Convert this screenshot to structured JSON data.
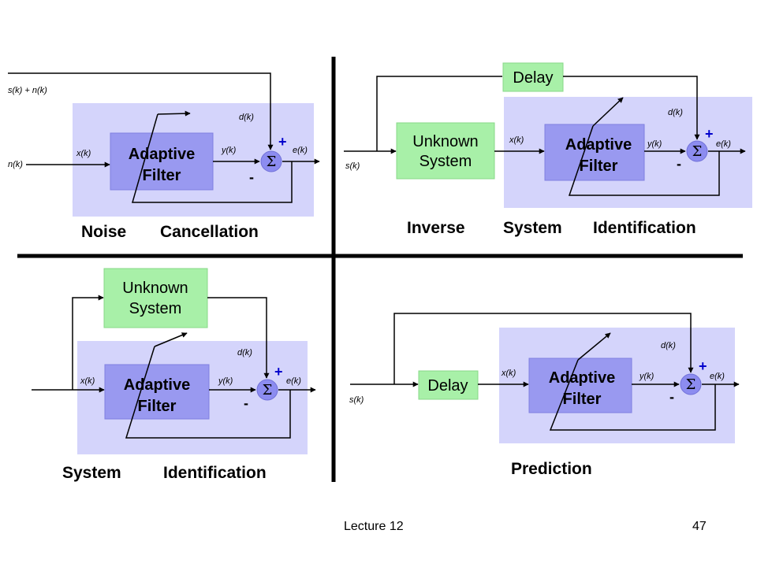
{
  "colors": {
    "panel_bg": "#d4d4fb",
    "filter_box": "#9999f0",
    "green_box": "#a8f0a8",
    "sum_node": "#8c8cf0",
    "plus_sign": "#0000cc"
  },
  "labels": {
    "adaptive": "Adaptive",
    "filter": "Filter",
    "unknown": "Unknown",
    "system": "System",
    "delay": "Delay",
    "sigma": "Σ",
    "plus": "+",
    "minus": "-",
    "x_k": "x(k)",
    "y_k": "y(k)",
    "d_k": "d(k)",
    "e_k": "e(k)",
    "s_k": "s(k)",
    "n_k": "n(k)",
    "s_plus_n": "s(k) + n(k)"
  },
  "captions": {
    "noise": "Noise",
    "cancellation": "Cancellation",
    "inverse": "Inverse",
    "system": "System",
    "identification": "Identification",
    "prediction": "Prediction"
  },
  "footer": {
    "lecture": "Lecture 12",
    "page": "47"
  }
}
